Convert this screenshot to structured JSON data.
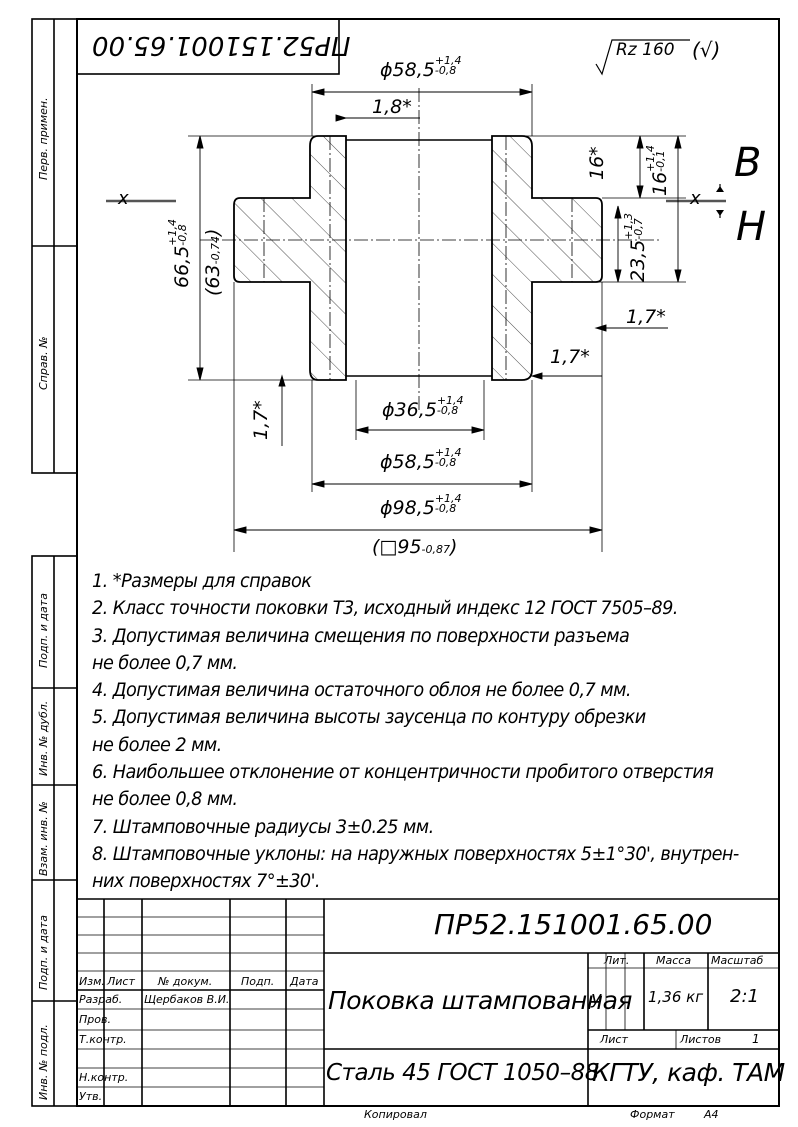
{
  "drawing_code_stamp": "ПР52.151001.65.00",
  "roughness": {
    "param": "Rz 160",
    "suffix": "(√)"
  },
  "zones": {
    "upper": "В",
    "lower": "Н",
    "cut_mark": "x"
  },
  "dimensions": {
    "d_top": "ϕ58,5",
    "d_top_tol_up": "+1,4",
    "d_top_tol_dn": "-0,8",
    "d_inner": "ϕ36,5",
    "d_inner_tol_up": "+1,4",
    "d_inner_tol_dn": "-0,8",
    "d_bottom": "ϕ58,5",
    "d_bottom_tol_up": "+1,4",
    "d_bottom_tol_dn": "-0,8",
    "d_flange": "ϕ98,5",
    "d_flange_tol_up": "+1,4",
    "d_flange_tol_dn": "-0,8",
    "ref_square": "(□95",
    "ref_square_tol": "-0,87",
    "ref_square_close": ")",
    "h_total": "66,5",
    "h_total_tol_up": "+1,4",
    "h_total_tol_dn": "-0,8",
    "h_ref": "(63",
    "h_ref_tol": "-0,74",
    "h_ref_close": ")",
    "h_top": "16",
    "h_top_tol_up": "+1,4",
    "h_top_tol_dn": "-0,1",
    "h_mid": "23,5",
    "h_mid_tol_up": "+1,3",
    "h_mid_tol_dn": "-0,7",
    "slope_a": "1,8*",
    "slope_b": "16*",
    "slope_c": "1,7*",
    "slope_d": "1,7*",
    "slope_e": "1,7*"
  },
  "notes": [
    "1. *Размеры для справок",
    "2. Класс точности поковки Т3, исходный индекс 12 ГОСТ 7505–89.",
    "3. Допустимая величина смещения по поверхности разъема",
    "не более 0,7 мм.",
    "4. Допустимая величина остаточного облоя не более 0,7 мм.",
    "5. Допустимая величина высоты заусенца по контуру обрезки",
    "не более 2 мм.",
    "6. Наибольшее отклонение от концентричности пробитого отверстия",
    "не более 0,8 мм.",
    "7. Штамповочные радиусы  3±0.25 мм.",
    "8. Штамповочные уклоны: на наружных поверхностях 5±1°30', внутрен-",
    "них поверхностях 7°±30'."
  ],
  "side_labels": {
    "perv_primen": "Перв. примен.",
    "sprav_no": "Справ. №",
    "podp_data_1": "Подп. и дата",
    "inv_dubl": "Инв. № дубл.",
    "vzam_inv": "Взам. инв. №",
    "podp_data_2": "Подп. и дата",
    "inv_podl": "Инв. № подл."
  },
  "title_block": {
    "designation": "ПР52.151001.65.00",
    "name": "Поковка штампованная",
    "material": "Сталь 45 ГОСТ 1050–88",
    "organization": "КГТУ, каф. ТАМ",
    "col_izm": "Изм.",
    "col_list": "Лист",
    "col_doc": "№ докум.",
    "col_podp": "Подп.",
    "col_data": "Дата",
    "razrab_label": "Разраб.",
    "razrab_name": "Щербаков В.И.",
    "prov_label": "Пров.",
    "tkontr_label": "Т.контр.",
    "nkontr_label": "Н.контр.",
    "utv_label": "Утв.",
    "lit_label": "Лит.",
    "mass_label": "Масса",
    "scale_label": "Масштаб",
    "lit_value": "у",
    "mass_value": "1,36 кг",
    "scale_value": "2:1",
    "sheet_label": "Лист",
    "sheets_label": "Листов",
    "sheets_value": "1"
  },
  "footer": {
    "copied": "Копировал",
    "format_label": "Формат",
    "format_value": "А4"
  }
}
